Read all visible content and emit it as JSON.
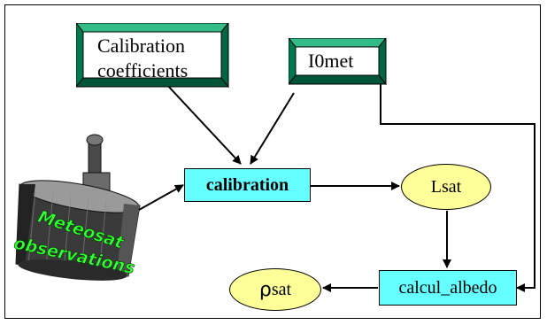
{
  "diagram": {
    "inputs": {
      "calibration_coefficients": {
        "line1": "Calibration",
        "line2": "coefficients"
      },
      "i0met": {
        "label": "I0met"
      }
    },
    "satellite": {
      "text_line1": "Meteosat",
      "text_line2": "observations"
    },
    "processes": {
      "calibration": "calibration",
      "calcul_albedo": "calcul_albedo"
    },
    "outputs": {
      "lsat": "Lsat",
      "rhosat_symbol": "ρ",
      "rhosat_text": "sat"
    }
  },
  "colors": {
    "bevel_green": "#009966",
    "process_cyan": "#66ffff",
    "output_yellow": "#ffff99",
    "satellite_text_green": "#33ff33"
  }
}
